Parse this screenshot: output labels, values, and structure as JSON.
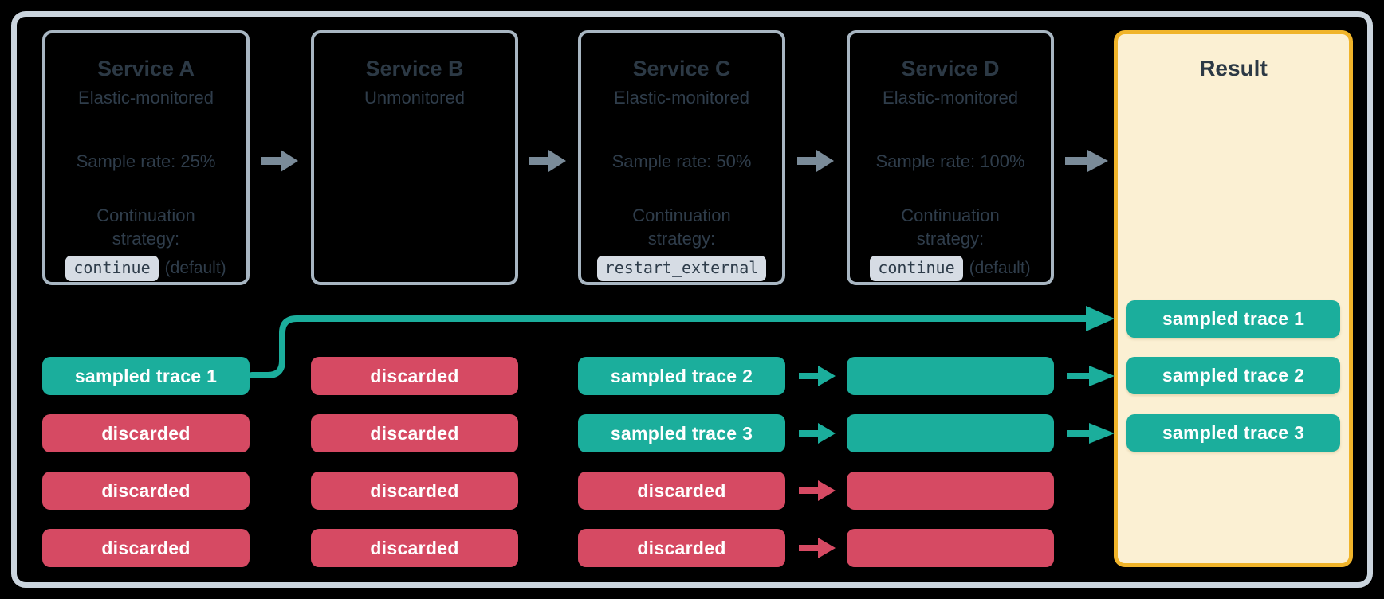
{
  "services": [
    {
      "title": "Service A",
      "monitoring": "Elastic-monitored",
      "sample_rate": "Sample rate: 25%",
      "continuation_line1": "Continuation",
      "continuation_line2": "strategy:",
      "strategy_code": "continue",
      "strategy_note": "(default)"
    },
    {
      "title": "Service B",
      "monitoring": "Unmonitored"
    },
    {
      "title": "Service C",
      "monitoring": "Elastic-monitored",
      "sample_rate": "Sample rate: 50%",
      "continuation_line1": "Continuation",
      "continuation_line2": "strategy:",
      "strategy_code": "restart_external",
      "strategy_note": ""
    },
    {
      "title": "Service D",
      "monitoring": "Elastic-monitored",
      "sample_rate": "Sample rate: 100%",
      "continuation_line1": "Continuation",
      "continuation_line2": "strategy:",
      "strategy_code": "continue",
      "strategy_note": "(default)"
    }
  ],
  "trace_columns": [
    {
      "service": "Service A",
      "pills": [
        {
          "label": "sampled trace 1",
          "kind": "sampled"
        },
        {
          "label": "discarded",
          "kind": "discarded"
        },
        {
          "label": "discarded",
          "kind": "discarded"
        },
        {
          "label": "discarded",
          "kind": "discarded"
        }
      ]
    },
    {
      "service": "Service B",
      "pills": [
        {
          "label": "discarded",
          "kind": "discarded"
        },
        {
          "label": "discarded",
          "kind": "discarded"
        },
        {
          "label": "discarded",
          "kind": "discarded"
        },
        {
          "label": "discarded",
          "kind": "discarded"
        }
      ]
    },
    {
      "service": "Service C",
      "pills": [
        {
          "label": "sampled trace 2",
          "kind": "sampled"
        },
        {
          "label": "sampled trace 3",
          "kind": "sampled"
        },
        {
          "label": "discarded",
          "kind": "discarded"
        },
        {
          "label": "discarded",
          "kind": "discarded"
        }
      ]
    },
    {
      "service": "Service D",
      "pills": [
        {
          "label": "",
          "kind": "sampled"
        },
        {
          "label": "",
          "kind": "sampled"
        },
        {
          "label": "",
          "kind": "discarded"
        },
        {
          "label": "",
          "kind": "discarded"
        }
      ]
    }
  ],
  "result": {
    "title": "Result",
    "pills": [
      {
        "label": "sampled trace 1",
        "kind": "sampled"
      },
      {
        "label": "sampled trace 2",
        "kind": "sampled"
      },
      {
        "label": "sampled trace 3",
        "kind": "sampled"
      }
    ]
  },
  "colors": {
    "sampled_teal": "#1BAE9C",
    "discarded_red": "#D64A63",
    "result_background": "#FBF0D3",
    "result_border_yellow": "#F0B42A",
    "service_box_border": "#A8B6C2",
    "outer_frame_border": "#CBD5DE",
    "flow_arrow_gray": "#7A8B99",
    "text_dark": "#2C3945",
    "code_chip_background": "#D6DCE4",
    "canvas_background": "#000000"
  }
}
